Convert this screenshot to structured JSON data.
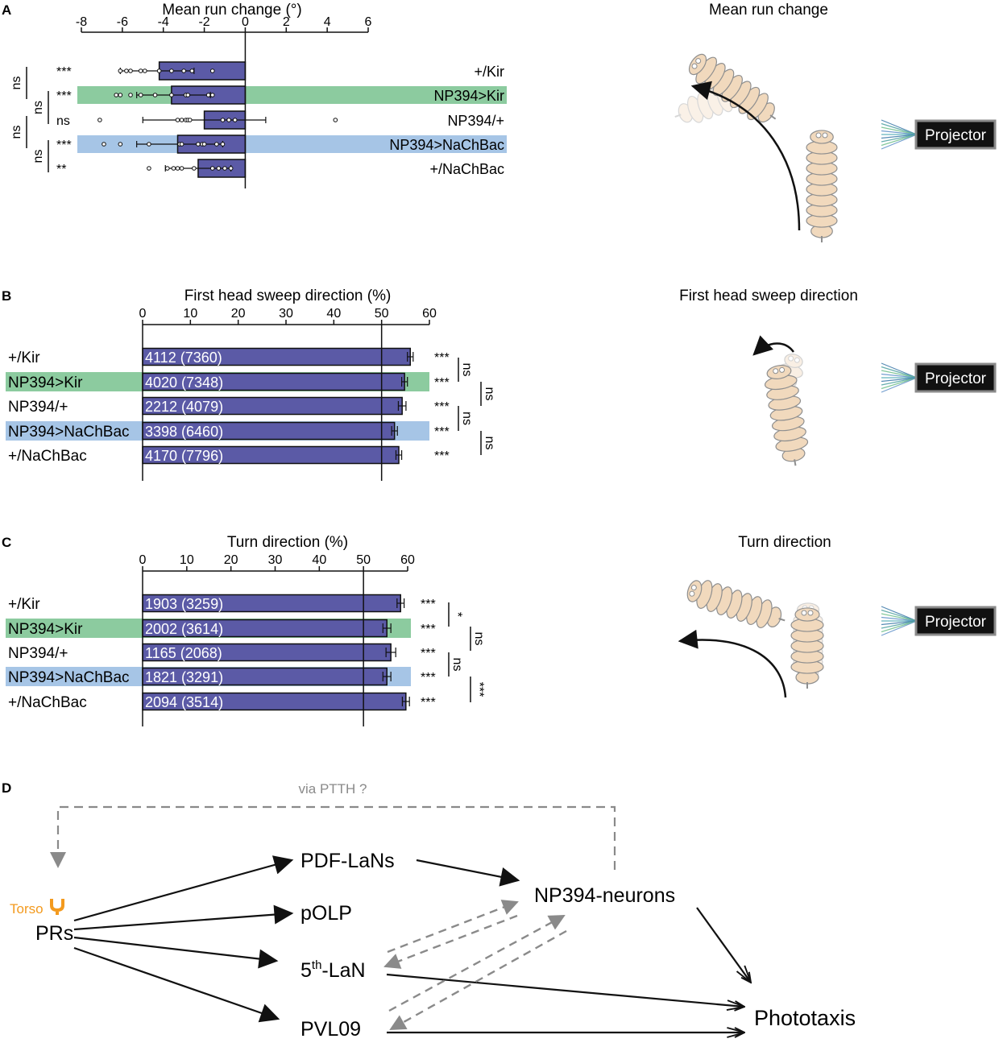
{
  "colors": {
    "bar": "#5b5aa6",
    "green_band": "#8ccb9f",
    "blue_band": "#a6c5e6",
    "torso": "#f39a1e",
    "dashed_gray": "#8a8a8a",
    "larva_fill": "#f1d9bd",
    "larva_stroke": "#8f8f8f",
    "projector_bg": "#111111"
  },
  "chart_data": [
    {
      "panel_label": "A",
      "type": "bar",
      "orientation": "horizontal",
      "title": "Mean run change (°)",
      "xlim": [
        -8,
        6
      ],
      "xticks": [
        -8,
        -6,
        -4,
        -2,
        0,
        2,
        4,
        6
      ],
      "categories": [
        "+/Kir",
        "NP394>Kir",
        "NP394/+",
        "NP394>NaChBac",
        "+/NaChBac"
      ],
      "highlight": [
        "none",
        "green",
        "none",
        "blue",
        "none"
      ],
      "values": [
        -4.2,
        -3.6,
        -2.0,
        -3.3,
        -2.3
      ],
      "error": [
        [
          -6.1,
          -2.5
        ],
        [
          -5.3,
          -1.7
        ],
        [
          -5.0,
          1.0
        ],
        [
          -5.3,
          -1.1
        ],
        [
          -3.9,
          -0.7
        ]
      ],
      "points": [
        [
          -6.1,
          -5.8,
          -5.6,
          -5.1,
          -4.9,
          -4.2,
          -3.6,
          -3.0,
          -2.6,
          -1.6
        ],
        [
          -6.3,
          -6.1,
          -5.6,
          -5.1,
          -4.4,
          -3.6,
          -2.9,
          -2.8,
          -1.8,
          -1.6
        ],
        [
          -7.1,
          -3.3,
          -3.1,
          -2.9,
          -2.8,
          -2.7,
          -1.1,
          -0.8,
          -0.5,
          4.4
        ],
        [
          -6.9,
          -6.1,
          -4.7,
          -3.2,
          -3.1,
          -2.3,
          -2.1,
          -2.0,
          -1.4,
          -1.1
        ],
        [
          -4.7,
          -3.8,
          -3.5,
          -3.3,
          -3.1,
          -2.5,
          -1.6,
          -1.3,
          -1.0,
          -0.7
        ]
      ],
      "stars": [
        "***",
        "***",
        "ns",
        "***",
        "**"
      ],
      "comparisons": [
        "ns",
        "ns",
        "ns",
        "ns"
      ],
      "schematic_title": "Mean run change",
      "projector_label": "Projector"
    },
    {
      "panel_label": "B",
      "type": "bar",
      "orientation": "horizontal",
      "title": "First head sweep direction (%)",
      "xlim": [
        0,
        60
      ],
      "xticks": [
        0,
        10,
        20,
        30,
        40,
        50,
        60
      ],
      "reference_line": 50,
      "categories": [
        "+/Kir",
        "NP394>Kir",
        "NP394/+",
        "NP394>NaChBac",
        "+/NaChBac"
      ],
      "highlight": [
        "none",
        "green",
        "none",
        "blue",
        "none"
      ],
      "values": [
        56.0,
        54.8,
        54.3,
        52.7,
        53.6
      ],
      "error": [
        0.6,
        0.6,
        0.8,
        0.6,
        0.6
      ],
      "bar_labels": [
        "4112 (7360)",
        "4020 (7348)",
        "2212 (4079)",
        "3398 (6460)",
        "4170 (7796)"
      ],
      "stars": [
        "***",
        "***",
        "***",
        "***",
        "***"
      ],
      "comparisons": [
        "ns",
        "ns",
        "ns",
        "ns"
      ],
      "schematic_title": "First head sweep direction",
      "projector_label": "Projector"
    },
    {
      "panel_label": "C",
      "type": "bar",
      "orientation": "horizontal",
      "title": "Turn direction (%)",
      "xlim": [
        0,
        60
      ],
      "xticks": [
        0,
        10,
        20,
        30,
        40,
        50,
        60
      ],
      "reference_line": 50,
      "categories": [
        "+/Kir",
        "NP394>Kir",
        "NP394/+",
        "NP394>NaChBac",
        "+/NaChBac"
      ],
      "highlight": [
        "none",
        "green",
        "none",
        "blue",
        "none"
      ],
      "values": [
        58.4,
        55.3,
        56.2,
        55.3,
        59.6
      ],
      "error": [
        0.8,
        0.9,
        1.1,
        0.9,
        0.8
      ],
      "bar_labels": [
        "1903 (3259)",
        "2002 (3614)",
        "1165 (2068)",
        "1821 (3291)",
        "2094 (3514)"
      ],
      "stars": [
        "***",
        "***",
        "***",
        "***",
        "***"
      ],
      "comparisons": [
        "*",
        "ns",
        "ns",
        "***"
      ],
      "schematic_title": "Turn direction",
      "projector_label": "Projector"
    }
  ],
  "diagram": {
    "panel_label": "D",
    "feedback_label": "via PTTH ?",
    "torso_label": "Torso",
    "nodes": {
      "prs": "PRs",
      "pdf": "PDF-LaNs",
      "polp": "pOLP",
      "fifth_base": "5",
      "fifth_sup": "th",
      "fifth_tail": "-LaN",
      "pvl": "PVL09",
      "np394": "NP394-neurons",
      "phototaxis": "Phototaxis"
    }
  }
}
